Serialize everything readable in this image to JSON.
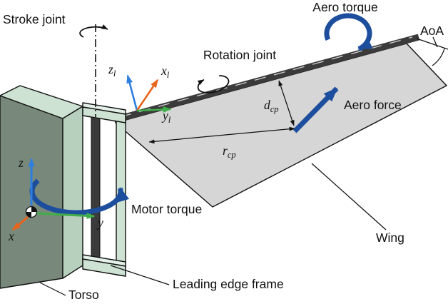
{
  "figure": {
    "labels": {
      "stroke_joint": "Stroke joint",
      "rotation_joint": "Rotation joint",
      "aero_torque": "Aero torque",
      "aoa": "AoA",
      "aero_force": "Aero force",
      "motor_torque": "Motor torque",
      "wing": "Wing",
      "leading_edge_frame": "Leading edge frame",
      "torso": "Torso"
    },
    "symbols": {
      "z_local": "z",
      "x_local": "x",
      "y_local": "y",
      "local_sub": "l",
      "z_body": "z",
      "x_body": "x",
      "y_body": "y",
      "d": "d",
      "r": "r",
      "cp_sub": "cp"
    },
    "colors": {
      "torque_blue": "#1d4e9e",
      "axis_blue": "#2e7fe0",
      "axis_green": "#3fae49",
      "axis_orange": "#e8641b",
      "wing_gray": "#d6d6d6",
      "leading_edge_dark": "#3b3b3b",
      "torso_green": "#78897b",
      "panel_mint": "#cde2d2"
    }
  }
}
